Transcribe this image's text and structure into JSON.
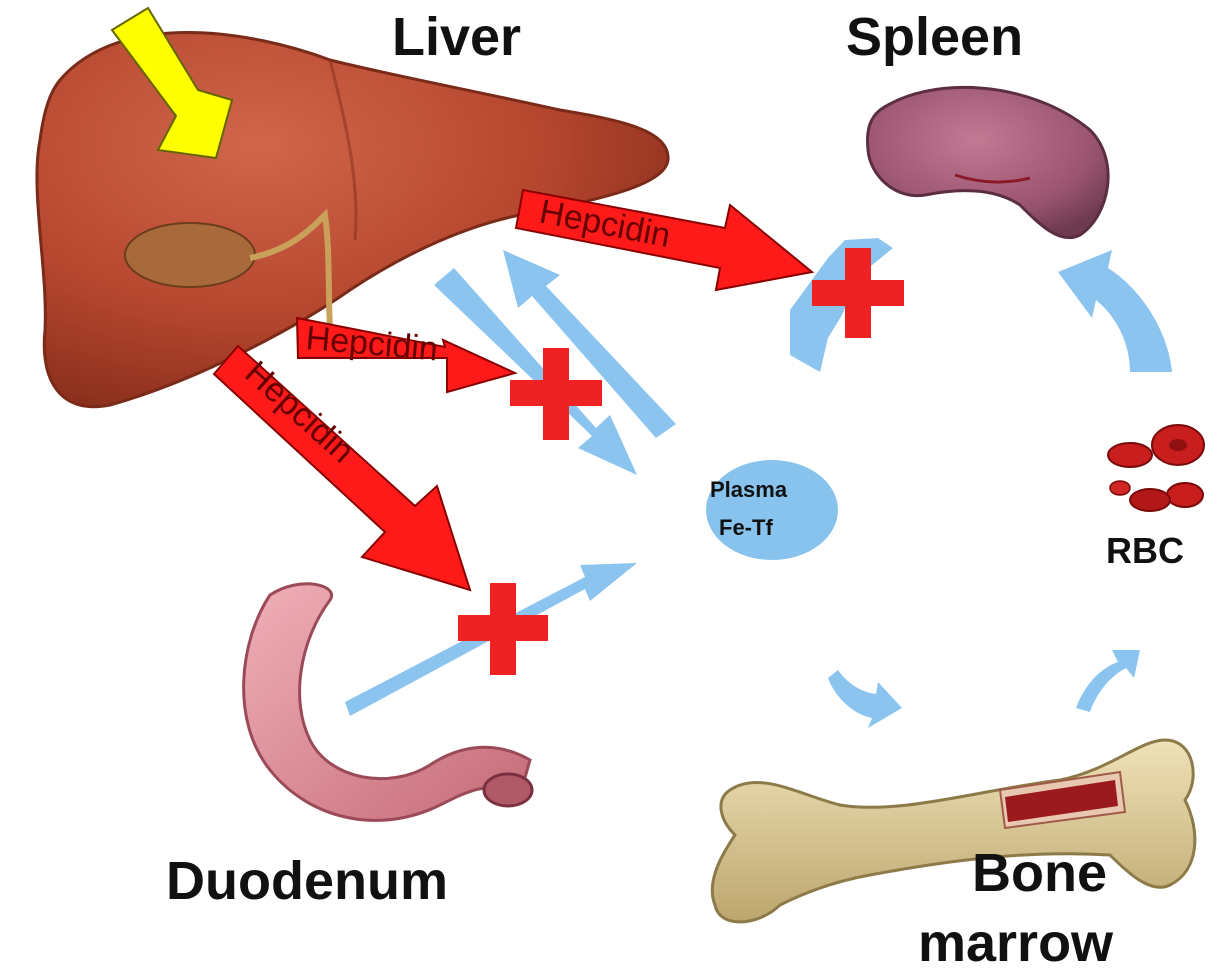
{
  "organs": {
    "liver": "Liver",
    "spleen": "Spleen",
    "duodenum": "Duodenum",
    "bone_marrow_line1": "Bone",
    "bone_marrow_line2": "marrow",
    "rbc": "RBC"
  },
  "plasma": {
    "line1": "Plasma",
    "line2": "Fe-Tf"
  },
  "hepcidin_arrows": [
    {
      "label": "Hepcidin",
      "target": "spleen"
    },
    {
      "label": "Hepcidin",
      "target": "plasma"
    },
    {
      "label": "Hepcidin",
      "target": "duodenum"
    }
  ],
  "colors": {
    "hepcidin_arrow": "#ff1a1a",
    "block_cross": "#ee2222",
    "flow_arrow": "#8cc4f0",
    "pointer_arrow": "#ffff00",
    "liver": "#b6472f",
    "spleen": "#9a5470",
    "plasma_node": "#88c3ee"
  }
}
